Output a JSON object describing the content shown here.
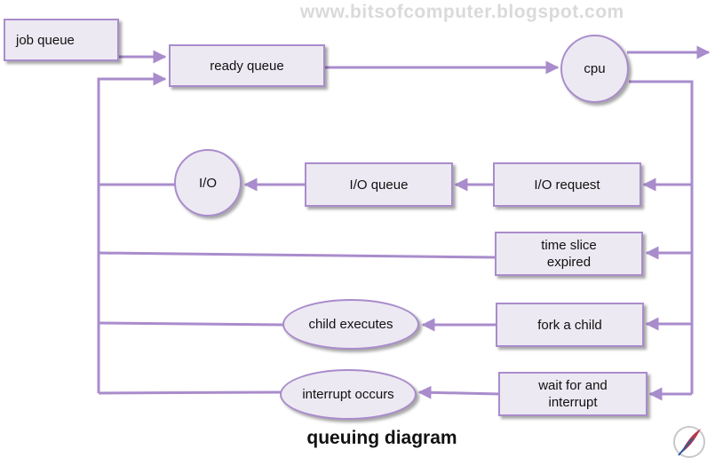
{
  "watermark": "www.bitsofcomputer.blogspot.com",
  "title": "queuing diagram",
  "boxes": {
    "job_queue": "job queue",
    "ready_queue": "ready queue",
    "io_queue": "I/O queue",
    "io_request": "I/O request",
    "time_slice": [
      "time slice",
      "expired"
    ],
    "fork_child": "fork a child",
    "wait_interrupt": [
      "wait for and",
      "interrupt"
    ]
  },
  "nodes": {
    "cpu": "cpu",
    "io": "I/O",
    "child_executes": "child executes",
    "interrupt_occurs": "interrupt occurs"
  },
  "colors": {
    "line": "#a98ccc",
    "fill": "#ece9f2"
  },
  "icons": {
    "logo": "feather-quill-icon"
  }
}
